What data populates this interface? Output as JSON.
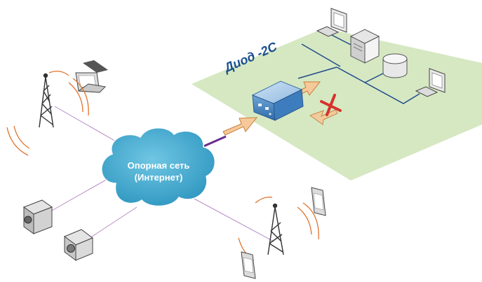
{
  "cloud": {
    "line1": "Опорная сеть",
    "line2": "(Интернет)"
  },
  "device": {
    "label": "Диод -2С"
  },
  "icons": {
    "zone": "protected-network-zone",
    "cloud": "cloud-icon",
    "device": "data-diode-icon",
    "server": "server-icon",
    "storage": "database-icon",
    "workstation": "monitor-icon",
    "laptop": "laptop-icon",
    "tower": "radio-tower-icon",
    "camcorder": "video-camera-icon",
    "camera": "photo-camera-icon",
    "phone": "mobile-phone-icon",
    "blocked": "blocked-x-icon"
  },
  "colors": {
    "zone": "#d6e8c2",
    "cloud": "#36a6cc",
    "label": "#1a4f8f",
    "arrow": "#f5c99a",
    "blocked": "#d6322b",
    "link": "#b58bc6",
    "network": "#1f4b8a"
  }
}
